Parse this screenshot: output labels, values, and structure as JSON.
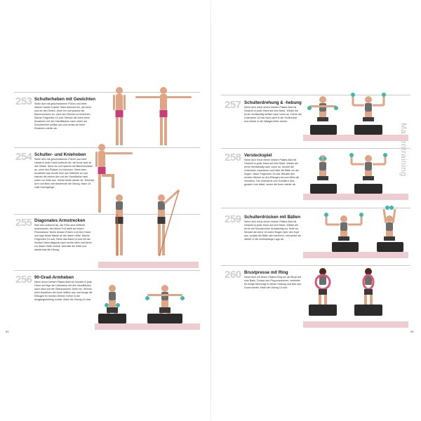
{
  "section_title": "Mattentraining",
  "page_left": "84",
  "page_right": "85",
  "exercises": [
    {
      "num": "253",
      "title": "Schulterheben mit Gewichten",
      "text": "Stelle dich mit geschlossenen Füßen und einer kleinen Hantel in jeder Hand aufrecht hin, die Arme sind an den Seiten. Atme ein und spanne die Bauchmuskeln an, ohne den Rücken zu krümmen. Mache Folgendes 10-mal: Strecke die Arme beim Ausatmen mit den Handflächen nach unten auf Schulterhöhe seitlich aus und senke sie beim Einatmen wieder ab."
    },
    {
      "num": "254",
      "title": "Schulter- und Kniehoben",
      "text": "Stelle dich mit geschlossenen Füßen und einer Hantel in jeder Hand aufrecht hin, die Arme sind an den Seiten. Atme ein und spanne die Bauchmuskeln an, ohne den Rücken zu krümmen. Hebe beim Ausatmen das rechte Knie auf Hüfthöhe an und strecke den linken Arm mit der Handfläche nach unten zur Seite aus. Senke beide wieder ab. Wechsle Arm und Bein und wiederhole die Übung. Mach 10 volle Durchgänge."
    },
    {
      "num": "255",
      "title": "Diagonales Armstrecken",
      "text": "Stell dich aufrecht hin, die Füße sind hüftbreit auseinander, den linken Fuß stellt auf einem Fitnessband. Nimm dessen Enden in je eine Hand und lege beide Hände an die linken Hüfte. Mache Folgendes 10-mal: Ziehe das Band 10-mal mit der rechten Hand diagonal nach rechts oben und kehre zur linken Hüfte zurück. Wechsle die Seite und wiederhole die Übung."
    },
    {
      "num": "256",
      "title": "90-Grad-Armheben",
      "text": "Nimm einen kleinen Pilates-Ball mit Gewicht in jede Hand und lege die Unterarme mit den Handflächen nach oben auf die Oberschenkel. Atme ein. Strecke beim Ausatmen die Arme seitlich aus und beuge die Ellbogen im rechten Winkel. Kehre in die Ausgangshaltung zurück. Mach die Übung 10-mal."
    },
    {
      "num": "257",
      "title": "Schulterdrehung & -hebung",
      "text": "Setze dich mit je einem kleinen Pilates-Ball mit Gewicht in jeder Hand auf eine Bank. Winkle die Arme rechtwinklig seitlich nach vorne an. Drehe die Unterarme 10-mal nach oben in die Senkrechte und wieder in die Waagerechte zurück."
    },
    {
      "num": "258",
      "title": "Versteckspiel",
      "text": "Setze dich mit je einem kleinen Pilates-Ball mit Gewicht in jeder Hand auf eine Bank. Winkle die Arme rechtwinklig nach vorne an, drücke die Unterarme zusammen und halte die Bälle vor die Augen. Mach Folgendes 10-mal: Behalte den rechten Winkel an den Ellbogen bei und öffne die Schultern. Die Unterarme und Schultern eine gerade Linie bildet, senke die Arme wieder ab."
    },
    {
      "num": "259",
      "title": "Schulterdrücken mit Bällen",
      "text": "Setze dich mit je einem kleinen Pilates-Ball mit Gewicht in jeder Hand auf eine Bank. Winkle die Arme auf Schulterhöhe rechtwinklig zur Seite an. Strecke die Arme 10-mal in Bogen über den Kopf aus, sodass die Bälle sich berühren, und senke sie wieder in die rechtwinklige Lage ab."
    },
    {
      "num": "260",
      "title": "Brustpresse mit Ring",
      "text": "Setze dich mit einem Pilates-Ring vor der Brust auf eine Bank. Drücke den Ring zusammen, verbleibe für einige Atemzüge in dieser Haltung und löse den Druck wieder. Mach die Übung 10-mal."
    }
  ],
  "colors": {
    "skin": "#e0a585",
    "top_gray": "#6d6d6d",
    "shorts_pink": "#c83c7c",
    "shorts_dark": "#3a3a3a",
    "ball_teal": "#3fb8b0",
    "band_orange": "#e0683c",
    "mat_pink": "#eecdd2",
    "bench": "#2b2b2b",
    "ring_pink": "#d9587a"
  }
}
